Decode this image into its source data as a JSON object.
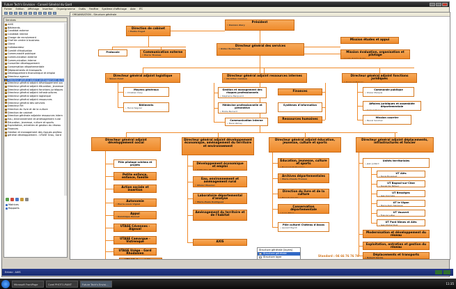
{
  "window": {
    "title": "Future Tech's Envision - Conseil Général du Gard",
    "menu": [
      "Fichier",
      "Edition",
      "Affichage",
      "Insertion",
      "Organigramme",
      "Outils",
      "Fenêtre",
      "Système d'affichage",
      "Aide",
      "ITC"
    ]
  },
  "left_panel": {
    "header": "Services",
    "items": [
      "AXIS",
      "Bâtiments",
      "Candidat externe",
      "Candidat interne",
      "Charge de recrutement",
      "Chef de centre à business",
      "Client",
      "Collaborateur",
      "Comité d'évaluation",
      "Communauté publique",
      "Communication externe",
      "Communication interne",
      "Conseiller développement",
      "Conservation départementale",
      "Déplacements et transports",
      "Développement économique et emploi",
      "Directeur agence",
      "Directeur général adjoint aménagement du territoire",
      "Directeur général adjoint développement soc",
      "Directeur général adjoint éducation, jeunesse",
      "Directeur général adjoint fonctions juridiques",
      "Directeur général adjoint infrastructures",
      "Directeur général adjoint logistique",
      "Directeur général adjoint ressources",
      "Directeur général des services",
      "Directeur RH",
      "Direction du livre et de la culture",
      "Direction de cabinet",
      "Direction générale adjointe ressources intern",
      "Eau, environnement et aménagement rural",
      "Éducation, jeunesse, culture et sports",
      "Exploitation, entretien et gestion du réseau",
      "Finances",
      "Gestion et management des risques profess",
      "général développement - UTASE Grau, Gard"
    ],
    "selected_index": 17,
    "sub_items": [
      "Matrices",
      "Rapports"
    ]
  },
  "canvas": {
    "header": "ORGANISATION - Structure générale",
    "standard": "Standard : 04 66 76 76 76"
  },
  "nodes": {
    "president": {
      "title": "Président",
      "person": "• Damien Alary"
    },
    "cabinet": {
      "title": "Direction de cabinet",
      "person": "• Emilie Poget"
    },
    "protocole": {
      "title": "Protocole"
    },
    "com_ext": {
      "title": "Communication externe",
      "person": "• Pierre Thomas"
    },
    "dgs": {
      "title": "Directeur général des services",
      "person": "• Didier Berbarelle"
    },
    "mission_appui": {
      "title": "Mission études et appui"
    },
    "mission_eval": {
      "title": "Mission évaluation, organisation et pilotage",
      "person": "• Louis-Agnès Suria"
    },
    "dga_log": {
      "title": "Directeur général adjoint logistique",
      "person": "• Simon Pelet"
    },
    "moyens": {
      "title": "Moyens généraux",
      "person": "• Christian Clary"
    },
    "batiments": {
      "title": "Bâtiments",
      "person": "• Hervé Séguier"
    },
    "dga_ri": {
      "title": "Directeur général adjoint ressources internes",
      "person": "• Christian Cambon"
    },
    "gestion_risques": {
      "title": "Gestion et management des risques professionnels",
      "person": "• Stéphanie Marquand"
    },
    "medecine": {
      "title": "Médecine professionnelle et préventive",
      "person": "• Elodie Bernard"
    },
    "com_interne": {
      "title": "Communication interne",
      "person": "• Dana Verney"
    },
    "finances": {
      "title": "Finances"
    },
    "systemes": {
      "title": "Systèmes d'information"
    },
    "rh": {
      "title": "Ressources humaines"
    },
    "dga_fj": {
      "title": "Directeur général adjoint fonctions juridiques",
      "person": "• Samuel Dujeau"
    },
    "commande": {
      "title": "Commande publique",
      "person": "• Olivier Marquis"
    },
    "affaires": {
      "title": "Affaires juridiques et assemblée départementale",
      "person": "• Samuel Dujeau"
    },
    "courrier": {
      "title": "Mission courrier",
      "person": "• Pascal Sanchez"
    },
    "dga_soc": {
      "title": "Directeur général adjoint développement social"
    },
    "pole_pilotage": {
      "title": "Pôle pilotage schéma et projets",
      "person": "• Hélène Lopez"
    },
    "petite_enfance": {
      "title": "Petite enfance, enfance, famille",
      "person": "• Véronique Barrios"
    },
    "action_sociale": {
      "title": "Action sociale et insertion",
      "person": "• Didier Bonnet"
    },
    "autonomie": {
      "title": "Autonomie",
      "person": "• Pierre-Louis Vignal"
    },
    "appui": {
      "title": "Appui",
      "person": "• Dominique Bonnet"
    },
    "utase_cev": {
      "title": "UTASE Cévennes - Aigoual",
      "person": "• Sandra Rivière"
    },
    "utase_cam": {
      "title": "UTASE Camargue - Vistrenque",
      "person": "• Nathalie Arnaud"
    },
    "utase_uzege": {
      "title": "UTASE Uzège - Gard Rhodanien",
      "person": "• Martine Vincent"
    },
    "utase_grand": {
      "title": "UTASE Grand Nîmes",
      "person": "• Alain Thomas"
    },
    "dga_eco": {
      "title": "Directeur général adjoint développement économique, aménagement du territoire et environnement"
    },
    "dev_eco": {
      "title": "Développement économique et emploi",
      "person": "• Catherine Bauer"
    },
    "eau": {
      "title": "Eau, environnement et aménagement rural",
      "person": "• Olivier Meunier"
    },
    "labo": {
      "title": "Laboratoire départemental d'analyse",
      "person": "• Marie-Paule Rodriguez"
    },
    "amenagement": {
      "title": "Aménagement du territoire et de l'habitat"
    },
    "axis": {
      "title": "AXIS"
    },
    "dga_edu": {
      "title": "Directeur général adjoint éducation, jeunesse, culture et sports"
    },
    "edu_jeunesse": {
      "title": "Éducation, jeunesse, culture et sports",
      "person": "• Bernard Delhomme"
    },
    "archives": {
      "title": "Archives départementales",
      "person": "• Marie-Claude Frémon"
    },
    "livre": {
      "title": "Direction du livre et de la culture",
      "person": "• Franck Clavijo"
    },
    "conservation": {
      "title": "Conservation départementale",
      "person": "• Jean Tillon"
    },
    "pole_culture": {
      "title": "Pôle culturel Château d'Assas",
      "person": "• Laurent Peyrot"
    },
    "dga_infra": {
      "title": "Directeur général adjoint déplacements, infrastructures et foncier"
    },
    "unites": {
      "title": "Unités territoriales",
      "person": "• Jean Juillard"
    },
    "ut_ales": {
      "title": "UT Alès",
      "person": "• Denis Bousquet"
    },
    "ut_bagnols": {
      "title": "UT Bagnol-sur-Cèze",
      "person": "• Daniel De Tailleur"
    },
    "ut_bessieges": {
      "title": "UT Bessèges",
      "person": "• Jean Dormale"
    },
    "ut_vigan": {
      "title": "UT le Vigan",
      "person": "• Pierre-Alain Fabrègue"
    },
    "ut_vauvert": {
      "title": "UT Vauvert",
      "person": "• Francis Lullier"
    },
    "ut_pont": {
      "title": "UT Pont Nîmes et Alès",
      "person": "• Jean-Michel Ruiz"
    },
    "modernisation": {
      "title": "Modernisation et développement du réseau"
    },
    "exploitation": {
      "title": "Exploitation, entretien et gestion du réseau"
    },
    "deplacements": {
      "title": "Déplacements et transports",
      "person": "• Robert Garcia"
    }
  },
  "legend": {
    "title": "Structure générale (layers)",
    "options": [
      "Structure générale",
      "Structure layer"
    ],
    "selected": 0
  },
  "statusbar": {
    "text": "Entrez : AXIS"
  },
  "taskbar": {
    "tasks": [
      "Microsoft FrontPage",
      "Corel PHOTO-PAINT",
      "Future Tech's Envisi..."
    ],
    "clock": "11:35"
  },
  "colors": {
    "accent": "#ef8a2a",
    "border": "#d4761c",
    "selection": "#3169c6"
  }
}
